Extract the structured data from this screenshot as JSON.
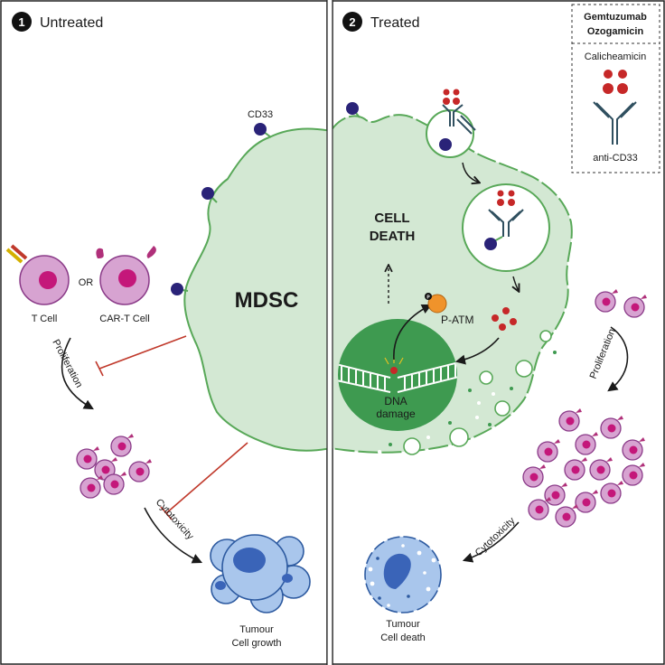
{
  "panel1": {
    "number": "1",
    "title": "Untreated"
  },
  "panel2": {
    "number": "2",
    "title": "Treated"
  },
  "legend": {
    "title_line1": "Gemtuzumab",
    "title_line2": "Ozogamicin",
    "drug": "Calicheamicin",
    "antibody": "anti-CD33"
  },
  "mdsc": {
    "label": "MDSC",
    "receptor": "CD33"
  },
  "untreated": {
    "t_cell": "T Cell",
    "or": "OR",
    "car_t_cell": "CAR-T Cell",
    "proliferation": "Proliferation",
    "cytotoxicity": "Cytotoxicity",
    "tumour_line1": "Tumour",
    "tumour_line2": "Cell growth"
  },
  "treated": {
    "cell_death_line1": "CELL",
    "cell_death_line2": "DEATH",
    "p_atm": "P-ATM",
    "p_badge": "P",
    "dna_line1": "DNA",
    "dna_line2": "damage",
    "proliferation": "Proliferation",
    "cytotoxicity": "Cytotoxicity",
    "tumour_line1": "Tumour",
    "tumour_line2": "Cell death"
  },
  "colors": {
    "cell_fill": "#d3e8d3",
    "cell_stroke": "#58a858",
    "receptor": "#2a2378",
    "nucleus_green": "#3e9a50",
    "t_cell_fill": "#d7a3d1",
    "t_cell_nucleus": "#c4177a",
    "tumour_fill": "#a9c6ec",
    "tumour_nucleus": "#3a64b8",
    "inhibit": "#c0392b",
    "drug": "#c62828",
    "antibody": "#2f4f5f",
    "p_atm": "#f0932b"
  }
}
